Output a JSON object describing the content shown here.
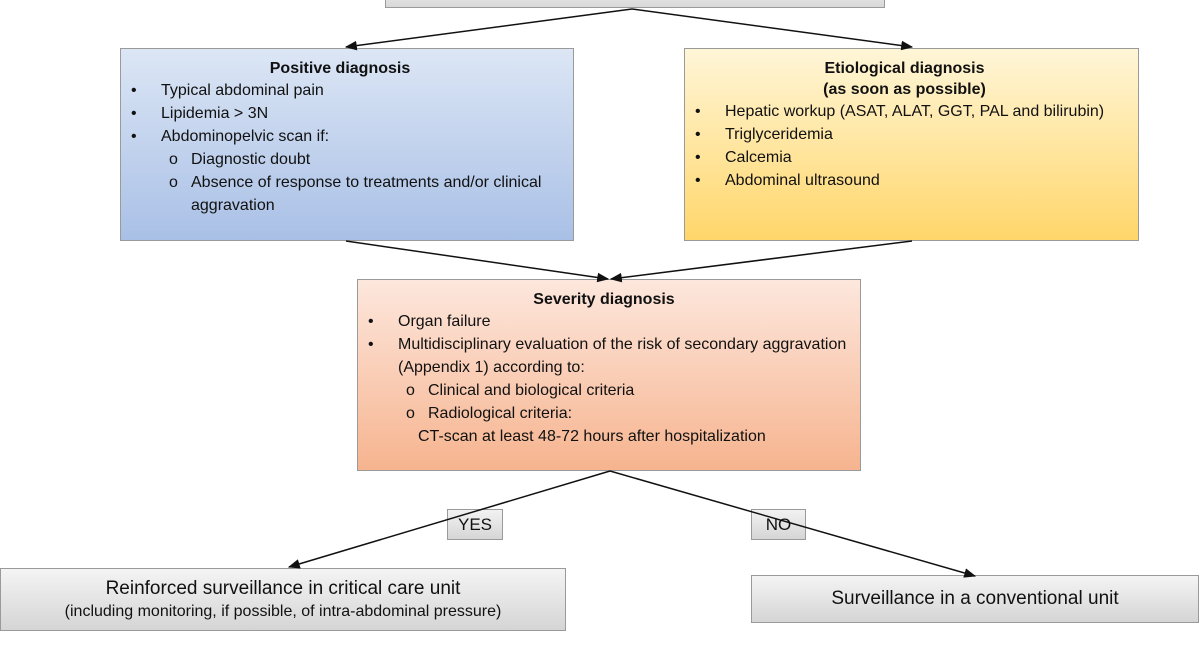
{
  "positive": {
    "title": "Positive diagnosis",
    "items": [
      "Typical abdominal pain",
      "Lipidemia > 3N",
      "Abdominopelvic scan if:"
    ],
    "subitems": [
      "Diagnostic doubt",
      "Absence of response to treatments and/or clinical aggravation"
    ]
  },
  "etiological": {
    "title": "Etiological diagnosis",
    "subtitle": "(as soon as possible)",
    "items": [
      "Hepatic workup (ASAT, ALAT, GGT, PAL and bilirubin)",
      "Triglyceridemia",
      "Calcemia",
      "Abdominal ultrasound"
    ]
  },
  "severity": {
    "title": "Severity diagnosis",
    "items": [
      "Organ failure",
      "Multidisciplinary evaluation of the risk of secondary aggravation (Appendix 1) according to:"
    ],
    "subitems": [
      "Clinical and biological criteria",
      "Radiological criteria:"
    ],
    "last_line": "CT-scan at least 48-72 hours after hospitalization"
  },
  "decision": {
    "yes": "YES",
    "no": "NO"
  },
  "outcomes": {
    "critical_main": "Reinforced surveillance in critical care unit",
    "critical_sub": "(including monitoring, if possible, of intra-abdominal pressure)",
    "conventional": "Surveillance in a conventional unit"
  },
  "colors": {
    "positive": "#a9c0e6",
    "etiological": "#ffd66a",
    "severity": "#f6b48f",
    "neutral": "#d9d9d9"
  }
}
